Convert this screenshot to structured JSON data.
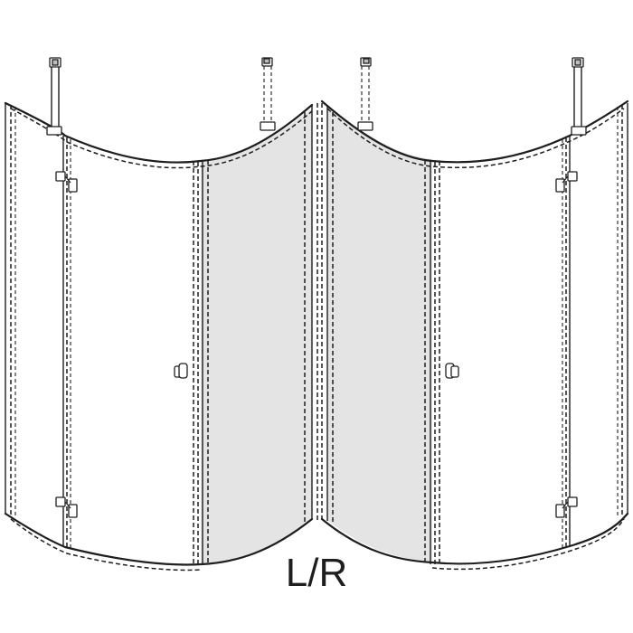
{
  "diagram": {
    "label": "L/R",
    "colors": {
      "line": "#1e1e1e",
      "fixed_panel": "#e4e4e4",
      "background": "#ffffff"
    },
    "units": [
      {
        "side": "left",
        "fixed_panel": "right",
        "door_hinges": "left"
      },
      {
        "side": "right",
        "fixed_panel": "left",
        "door_hinges": "right"
      }
    ]
  }
}
